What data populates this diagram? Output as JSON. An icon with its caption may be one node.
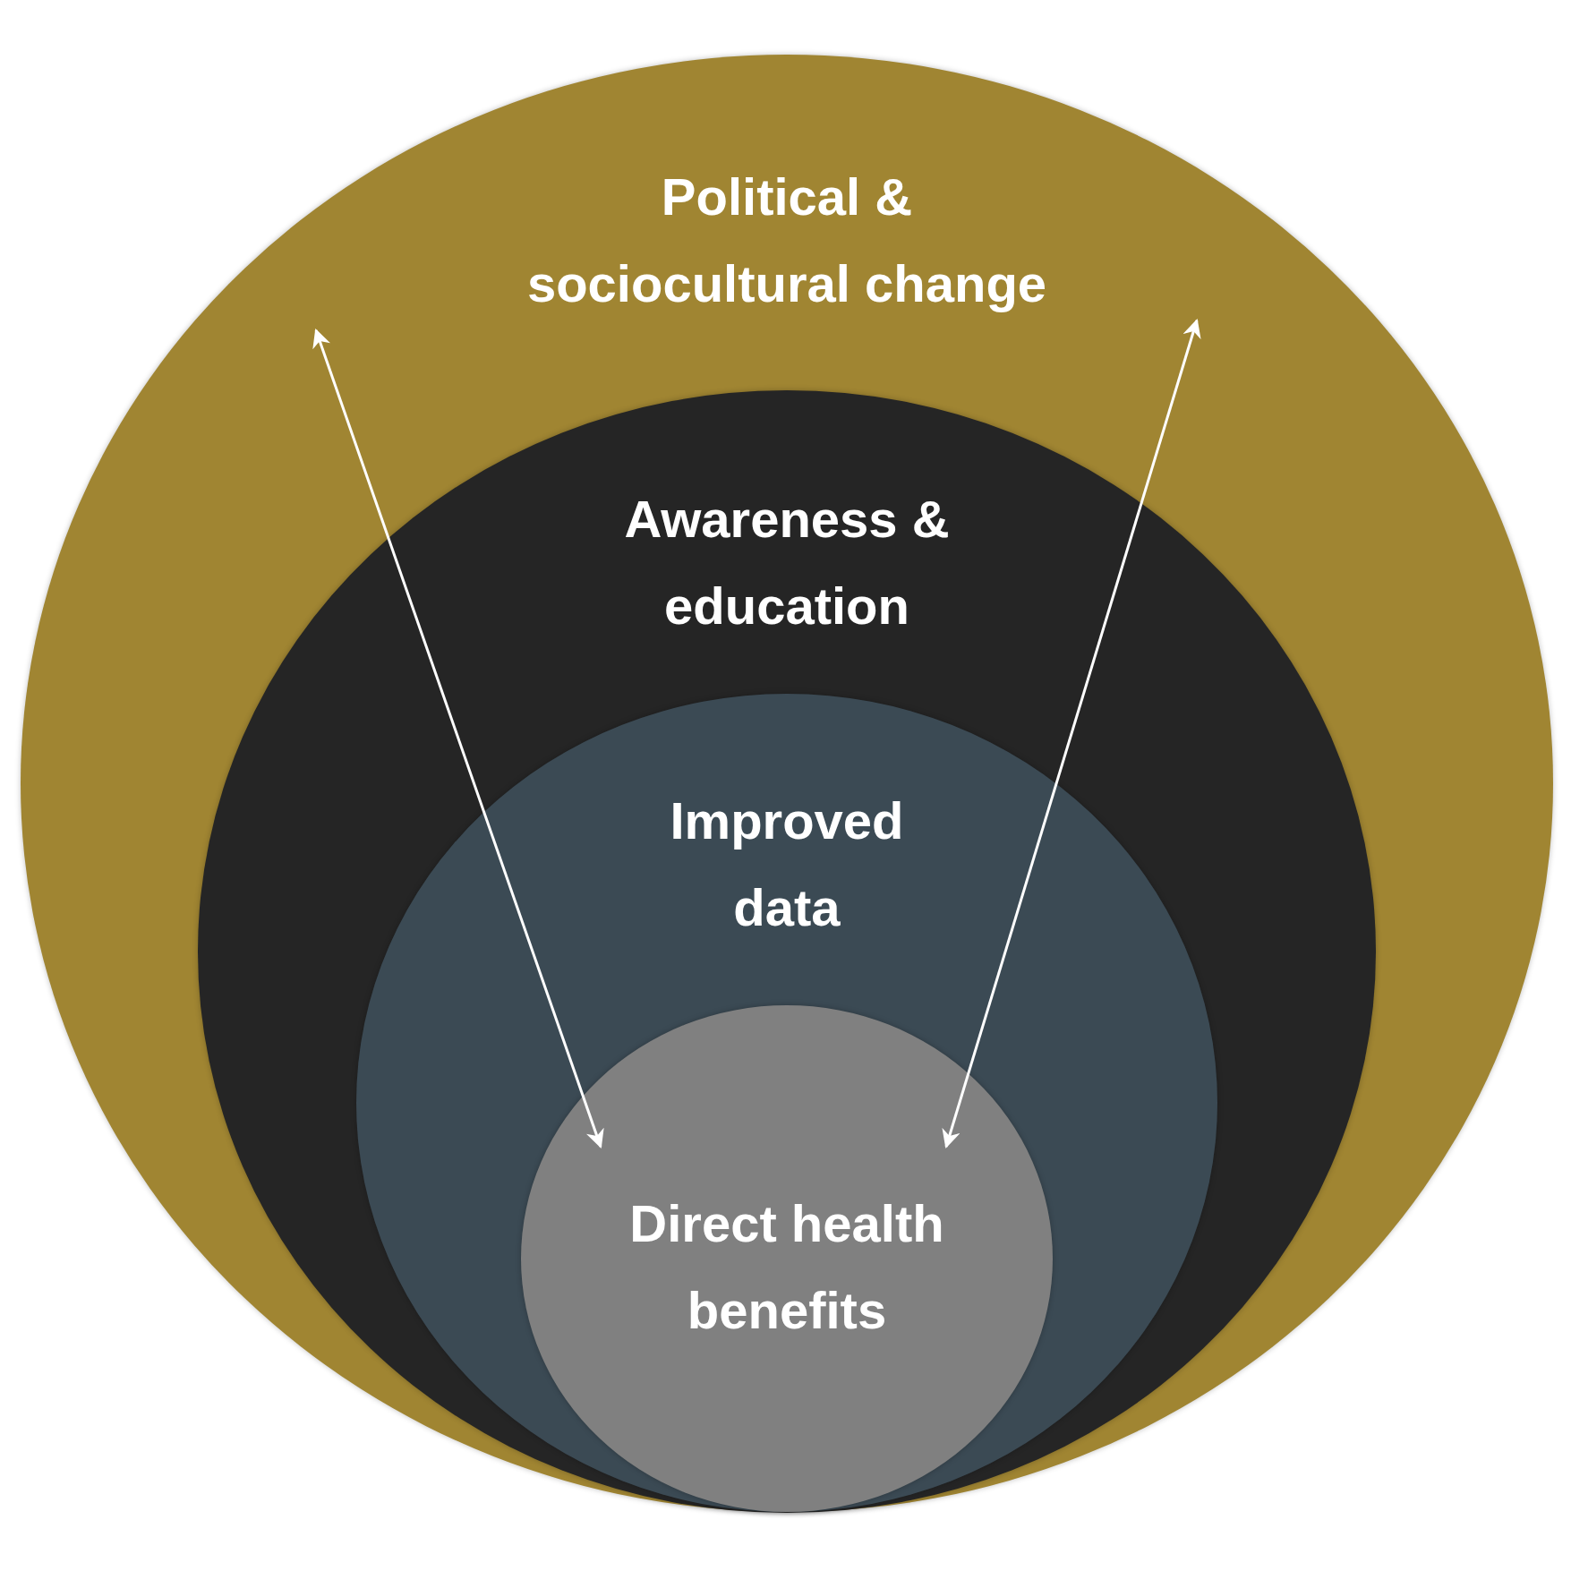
{
  "diagram": {
    "nodes": [
      {
        "text": [
          "Political & sociocultural change"
        ]
      },
      {
        "text": [
          "Awareness & education"
        ],
        "in": 0
      },
      {
        "text": [
          "Improved data"
        ],
        "in": 1
      },
      {
        "text": [
          "Direct health benefits"
        ],
        "in": 2
      }
    ],
    "edges": [
      {
        "from": 3,
        "to": null,
        "arrow": "both"
      },
      {
        "from": 3,
        "to": null,
        "arrow": "both"
      }
    ]
  }
}
